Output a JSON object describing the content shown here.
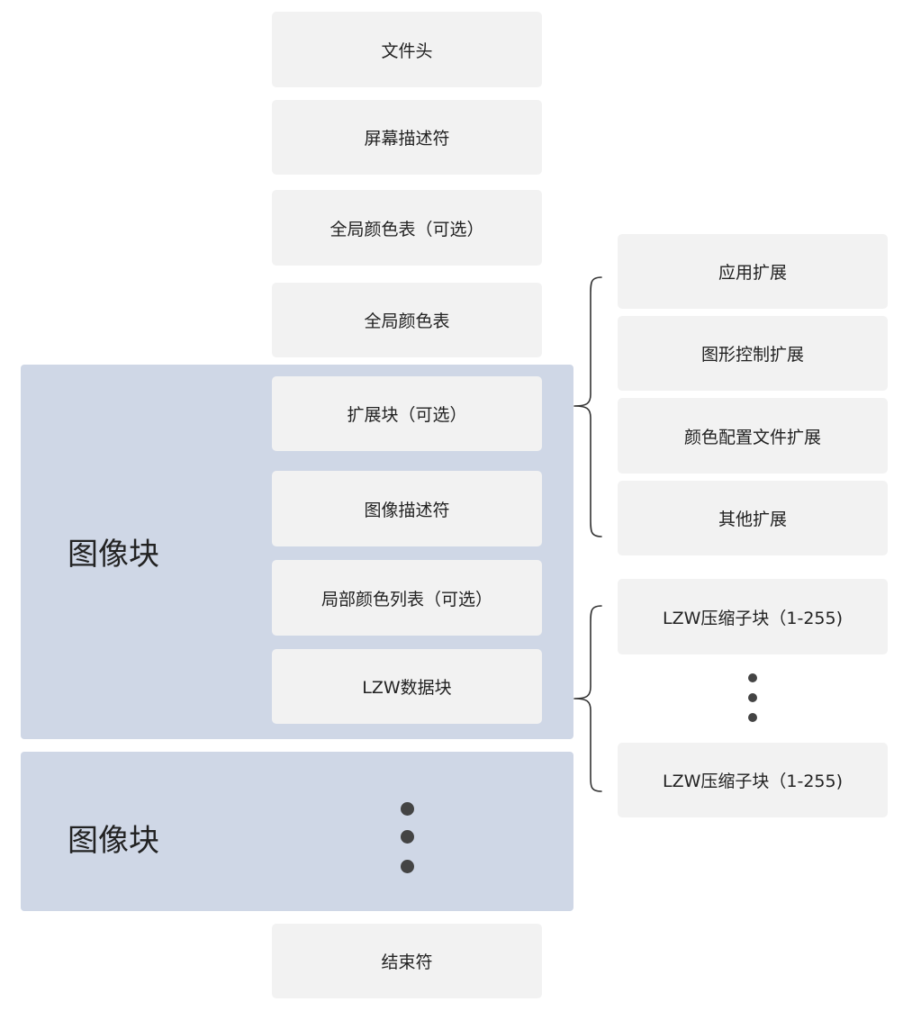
{
  "main_column": {
    "file_header": "文件头",
    "screen_descriptor": "屏幕描述符",
    "global_color_table_optional": "全局颜色表（可选）",
    "global_color_table": "全局颜色表",
    "terminator": "结束符"
  },
  "image_block": {
    "label": "图像块",
    "extension_block": "扩展块（可选）",
    "image_descriptor": "图像描述符",
    "local_color_table": "局部颜色列表（可选）",
    "lzw_data_block": "LZW数据块"
  },
  "image_block_repeat": {
    "label": "图像块"
  },
  "extensions": [
    "应用扩展",
    "图形控制扩展",
    "颜色配置文件扩展",
    "其他扩展"
  ],
  "lzw_subblocks": {
    "first": "LZW压缩子块（1-255)",
    "last": "LZW压缩子块（1-255)"
  },
  "colors": {
    "group_background": "#cfd7e6",
    "box_background": "#f2f2f2",
    "text": "#222222",
    "dot": "#444444"
  }
}
